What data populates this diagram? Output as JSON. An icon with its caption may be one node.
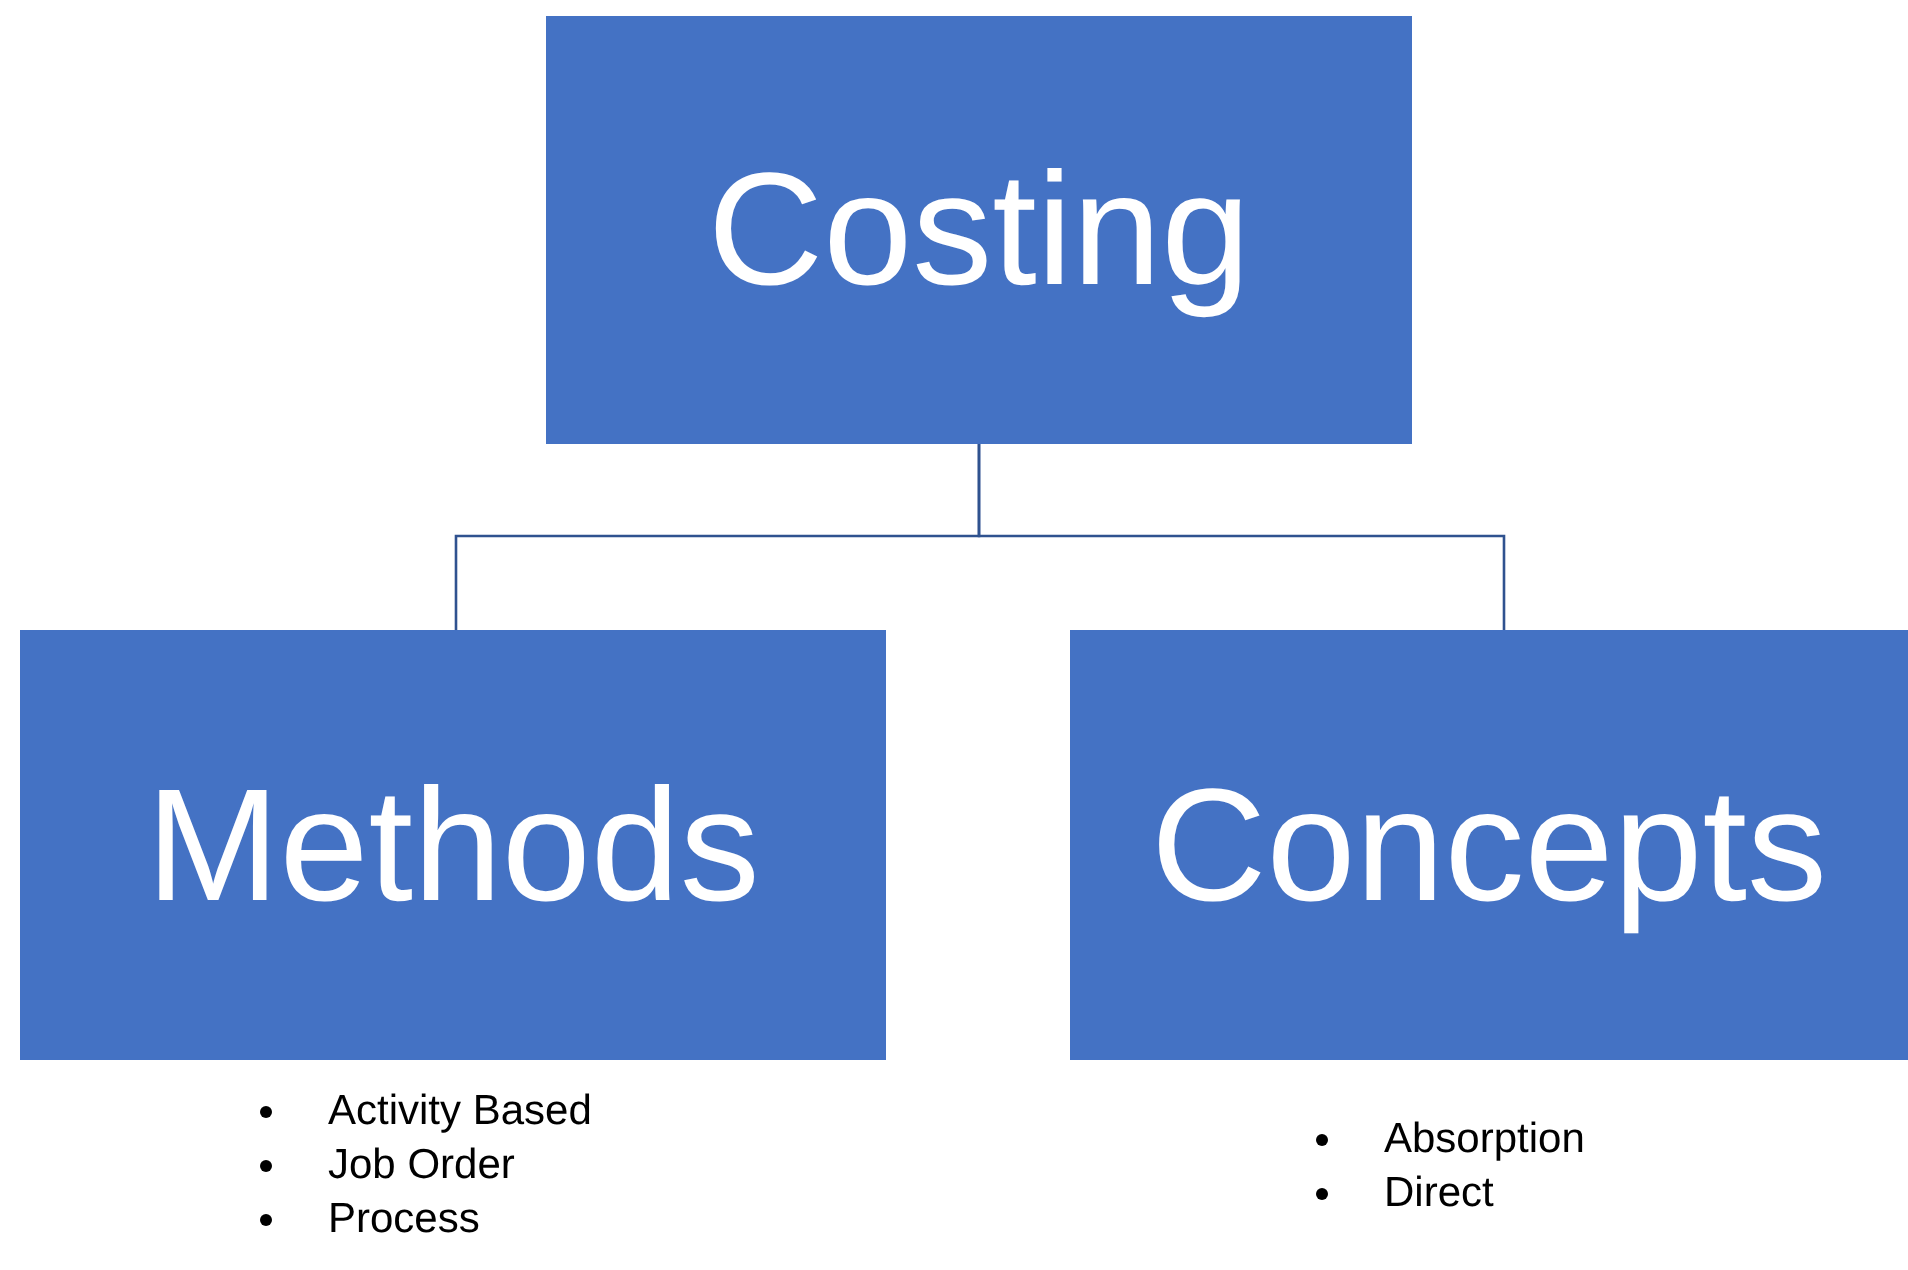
{
  "diagram": {
    "nodes": [
      {
        "text": [
          "Costing"
        ]
      },
      {
        "text": [
          "Methods"
        ],
        "beside": [
          "Activity Based",
          "Job Order",
          "Process"
        ]
      },
      {
        "text": [
          "Concepts"
        ],
        "beside": [
          "Absorption",
          "Direct"
        ]
      }
    ],
    "edges": [
      {
        "from": 0,
        "to": 1,
        "arrow": "none"
      },
      {
        "from": 0,
        "to": 2,
        "arrow": "none"
      }
    ]
  }
}
